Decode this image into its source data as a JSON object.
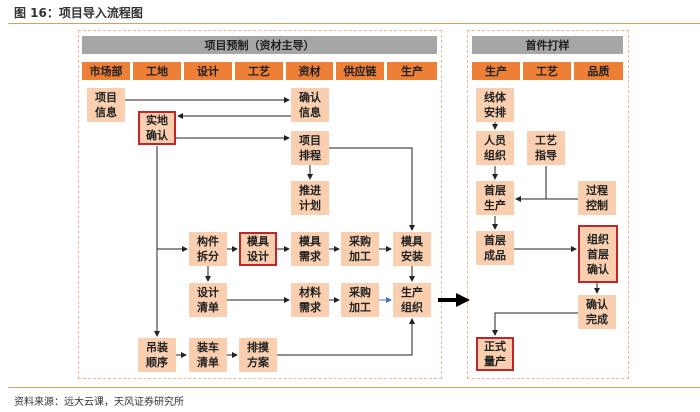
{
  "figure_title": "图 16：项目导入流程图",
  "left_panel": {
    "header": "项目预制（资材主导）",
    "columns": [
      "市场部",
      "工地",
      "设计",
      "工艺",
      "资材",
      "供应链",
      "生产"
    ]
  },
  "right_panel": {
    "header": "首件打样",
    "columns": [
      "生产",
      "工艺",
      "品质"
    ]
  },
  "nodes": {
    "xmxx": "项目信息",
    "sdqr": "实地确认",
    "qrxx": "确认信息",
    "xmpc": "项目排程",
    "tjjh": "推进计划",
    "gjcf": "构件拆分",
    "mjsj": "模具设计",
    "mjxq": "模具需求",
    "cgjg1": "采购加工",
    "mjaz": "模具安装",
    "sjqd": "设计清单",
    "clxq": "材料需求",
    "cgjg2": "采购加工",
    "sczz": "生产组织",
    "dzsx": "吊装顺序",
    "zcqd": "装车清单",
    "pmfa": "排摸方案",
    "xtap": "线体安排",
    "ryzz": "人员组织",
    "gyzd": "工艺指导",
    "ccsc": "首层生产",
    "gckz": "过程控制",
    "cccp": "首层成品",
    "zzccqr": "组织首层确认",
    "qrwc": "确认完成",
    "zslc": "正式量产"
  },
  "source": "资料来源：远大云课，天风证券研究所"
}
